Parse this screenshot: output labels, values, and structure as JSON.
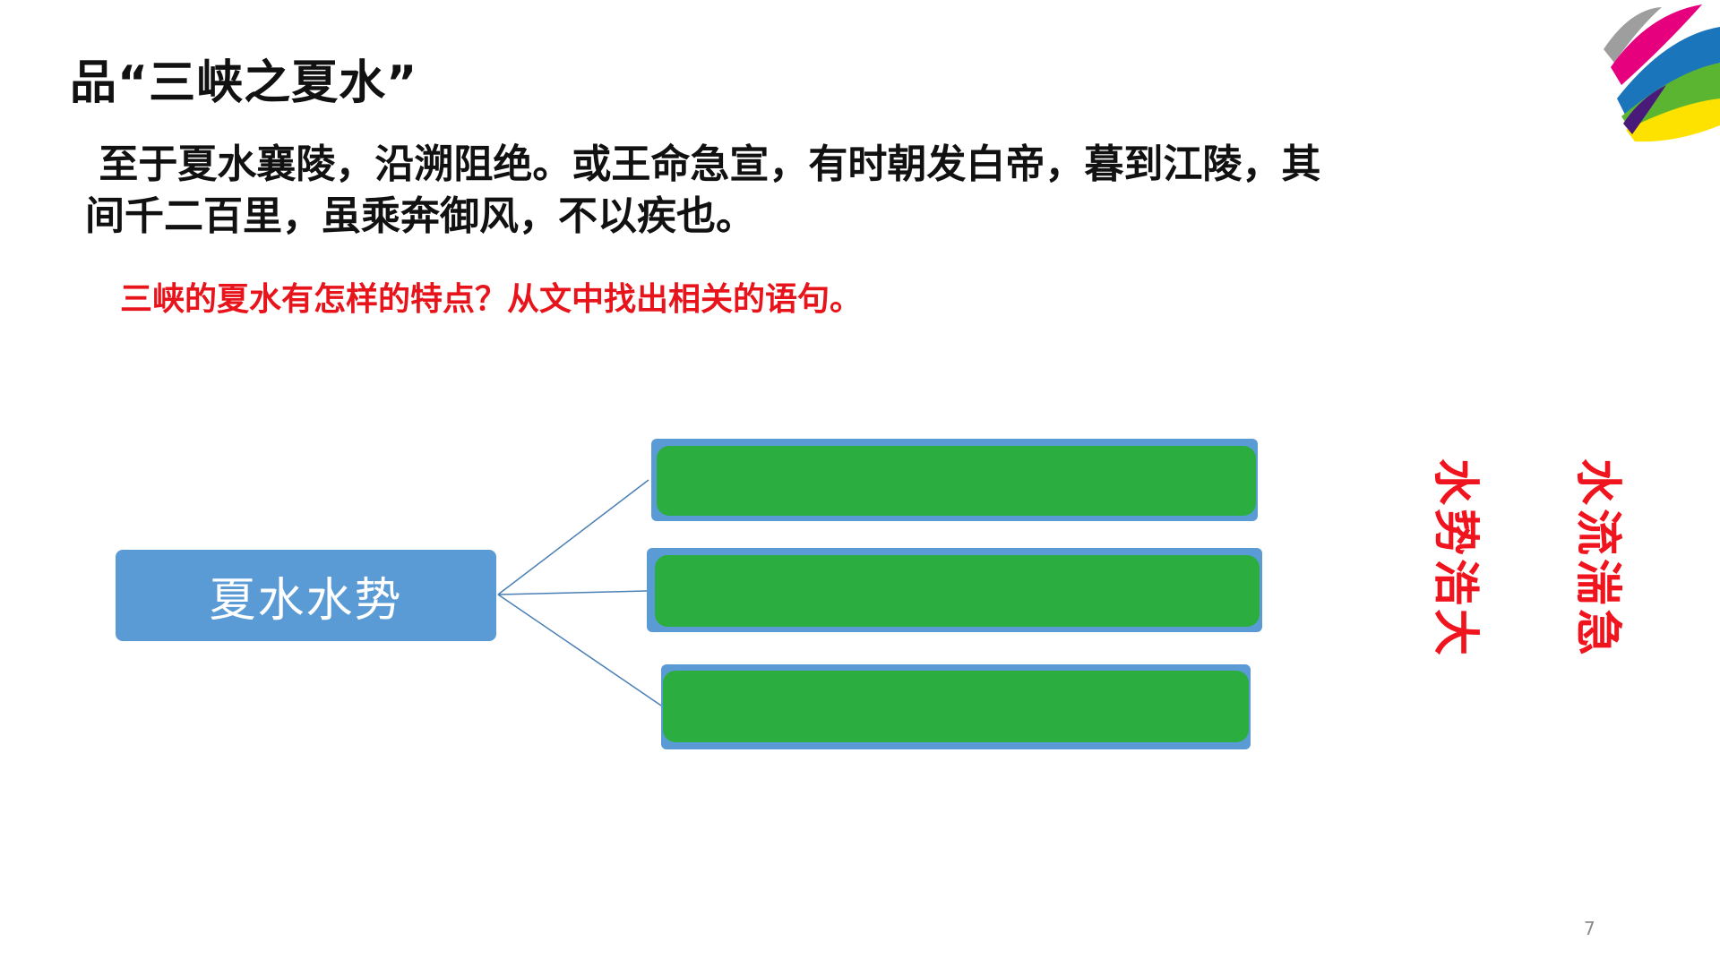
{
  "slide": {
    "title": "品“三峡之夏水”",
    "passage": {
      "line1": " 至于夏水襄陵，沿溯阻绝。或王命急宣，有时朝发白帝，暮到江陵，其",
      "line2": "间千二百里，虽乘奔御风，不以疾也。"
    },
    "question": "三峡的夏水有怎样的特点？从文中找出相关的语句。",
    "diagram": {
      "main_label": "夏水水势",
      "branches": [
        "",
        "",
        ""
      ]
    },
    "answers": [
      {
        "text": "水势浩大",
        "chars": [
          "水",
          "势",
          "浩",
          "大"
        ]
      },
      {
        "text": "水流湍急",
        "chars": [
          "水",
          "流",
          "湍",
          "急"
        ]
      }
    ],
    "page_number": "7",
    "colors": {
      "accent_blue": "#5b9bd5",
      "branch_green": "#2bae3f",
      "answer_red": "#f0141e",
      "question_red": "#e8141b"
    },
    "logo_icon": "colorful-swoosh-logo-icon"
  }
}
